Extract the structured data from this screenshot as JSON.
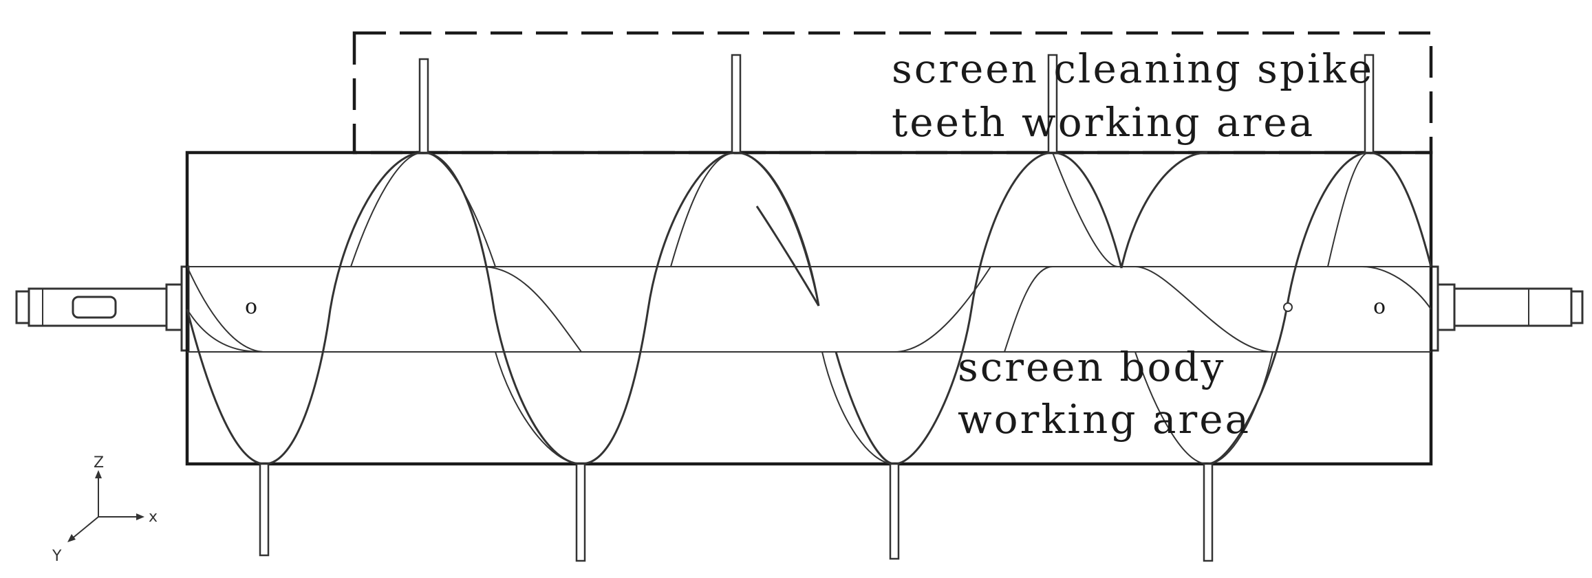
{
  "labels": {
    "spike_area_line1": "screen cleaning spike",
    "spike_area_line2": "teeth working area",
    "body_area_line1": "screen body",
    "body_area_line2": "working area"
  },
  "axes": {
    "z": "Z",
    "x": "x",
    "y": "Y"
  },
  "marks": {
    "left_origin": "o",
    "right_origin": "o"
  }
}
